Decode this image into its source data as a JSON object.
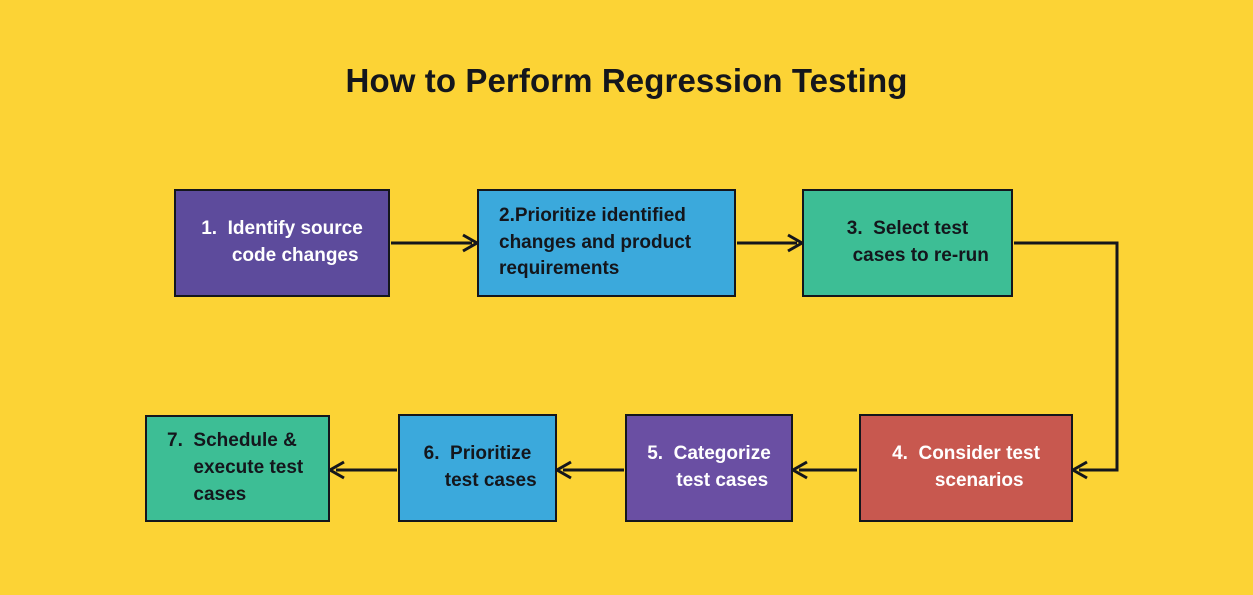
{
  "page": {
    "title": "How to Perform Regression Testing",
    "background_color": "#FCD335",
    "text_dark": "#14161c",
    "text_light": "#ffffff",
    "border_color": "#14161c"
  },
  "diagram": {
    "type": "flowchart",
    "orientation": "boustrophedon-two-rows",
    "steps": [
      {
        "number": "1.",
        "label": "1.  Identify source\n     code changes",
        "text": "Identify source code changes",
        "fill": "#5D4B9C",
        "text_color": "#ffffff",
        "align": "center",
        "row": 1
      },
      {
        "number": "2.",
        "label": "2.Prioritize identified\nchanges and product\nrequirements",
        "text": "Prioritize identified changes and product requirements",
        "fill": "#3BA9DC",
        "text_color": "#14161c",
        "align": "left",
        "row": 1
      },
      {
        "number": "3.",
        "label": "3.  Select test\n     cases to re-run",
        "text": "Select test cases to re-run",
        "fill": "#3DBE95",
        "text_color": "#14161c",
        "align": "center",
        "row": 1
      },
      {
        "number": "4.",
        "label": "4.  Consider test\n     scenarios",
        "text": "Consider test scenarios",
        "fill": "#C8584F",
        "text_color": "#ffffff",
        "align": "center",
        "row": 2
      },
      {
        "number": "5.",
        "label": "5.  Categorize\n     test cases",
        "text": "Categorize test cases",
        "fill": "#6A4FA3",
        "text_color": "#ffffff",
        "align": "center",
        "row": 2
      },
      {
        "number": "6.",
        "label": "6.  Prioritize\n     test cases",
        "text": "Prioritize test cases",
        "fill": "#3BA9DC",
        "text_color": "#14161c",
        "align": "center",
        "row": 2
      },
      {
        "number": "7.",
        "label": "7.  Schedule &\n     execute test\n     cases",
        "text": "Schedule & execute test cases",
        "fill": "#3DBE95",
        "text_color": "#14161c",
        "align": "left",
        "row": 2
      }
    ],
    "connectors": [
      {
        "name": "arrow-1-to-2",
        "from": "step-1",
        "to": "step-2",
        "direction": "right"
      },
      {
        "name": "arrow-2-to-3",
        "from": "step-2",
        "to": "step-3",
        "direction": "right"
      },
      {
        "name": "arrow-3-to-4",
        "from": "step-3",
        "to": "step-4",
        "direction": "elbow-down-left"
      },
      {
        "name": "arrow-4-to-5",
        "from": "step-4",
        "to": "step-5",
        "direction": "left"
      },
      {
        "name": "arrow-5-to-6",
        "from": "step-5",
        "to": "step-6",
        "direction": "left"
      },
      {
        "name": "arrow-6-to-7",
        "from": "step-6",
        "to": "step-7",
        "direction": "left"
      }
    ]
  }
}
